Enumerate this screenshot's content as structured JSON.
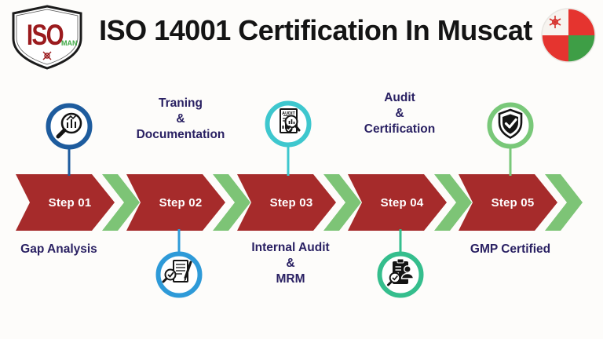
{
  "header": {
    "title": "ISO 14001 Certification In Muscat",
    "logo": {
      "iso": "ISO",
      "man": "MAN"
    },
    "flag_name": "oman-flag-badge"
  },
  "colors": {
    "arrow_red": "#a62b2b",
    "separator_green": "#7dc476",
    "caption_navy": "#2a2163",
    "title_black": "#141414",
    "logo_red": "#9b1b1e",
    "logo_green": "#3fa845",
    "flag_red": "#e5342f",
    "flag_green": "#3e9e46"
  },
  "process": {
    "steps": [
      {
        "label": "Step 01",
        "caption_lines": [
          "Gap Analysis"
        ],
        "caption_position": "below",
        "icon": "magnifier-bar-chart-icon",
        "icon_position": "above",
        "ring_color": "#1e5c9e"
      },
      {
        "label": "Step 02",
        "caption_lines": [
          "Traning",
          "&",
          "Documentation"
        ],
        "caption_position": "above",
        "icon": "document-pencil-magnifier-icon",
        "icon_position": "below",
        "ring_color": "#2e9ad8"
      },
      {
        "label": "Step 03",
        "caption_lines": [
          "Internal Audit",
          "&",
          "MRM"
        ],
        "caption_position": "below",
        "icon": "audit-report-magnifier-icon",
        "icon_position": "above",
        "ring_color": "#3ec7ce",
        "icon_text": "AUDIT"
      },
      {
        "label": "Step 04",
        "caption_lines": [
          "Audit",
          "&",
          "Certification"
        ],
        "caption_position": "above",
        "icon": "clipboard-person-magnifier-icon",
        "icon_position": "below",
        "ring_color": "#35be8d"
      },
      {
        "label": "Step 05",
        "caption_lines": [
          "GMP Certified"
        ],
        "caption_position": "below",
        "icon": "shield-check-icon",
        "icon_position": "above",
        "ring_color": "#79c879"
      }
    ]
  }
}
